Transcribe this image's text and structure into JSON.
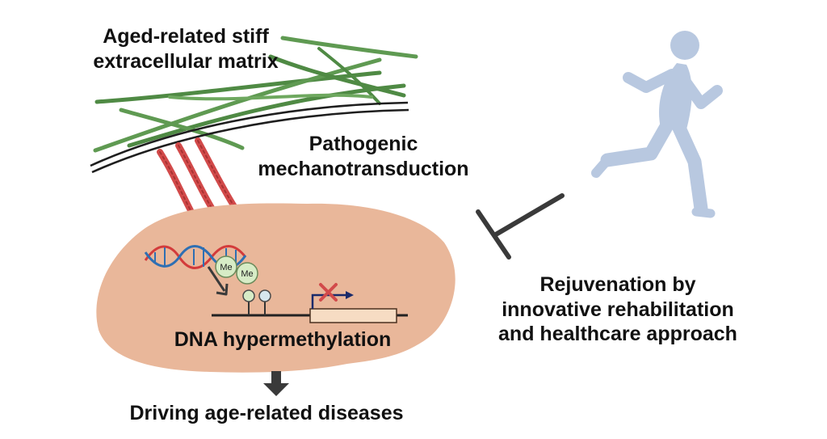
{
  "labels": {
    "ecm_line1": "Aged-related stiff",
    "ecm_line2": "extracellular matrix",
    "mech_line1": "Pathogenic",
    "mech_line2": "mechanotransduction",
    "dna_hypermethylation": "DNA hypermethylation",
    "diseases": "Driving age-related diseases",
    "rejuv_line1": "Rejuvenation by",
    "rejuv_line2": "innovative rehabilitation",
    "rejuv_line3": "and healthcare approach",
    "methyl_1": "Me",
    "methyl_2": "Me"
  },
  "colors": {
    "cell_fill": "#e9b79a",
    "fiber_green": "#5f9a52",
    "integrin_red": "#d24a4a",
    "runner": "#b8c8e0",
    "inhibition_bar": "#3a3a3a",
    "dna_red": "#d33b3b",
    "dna_blue": "#2e6fb3",
    "methyl_fill": "#d7ecc6",
    "gene_box": "#f6dcc3",
    "cross": "#d24a4a"
  },
  "icons": [
    "runner-silhouette-icon",
    "dna-helix-icon",
    "methyl-group-icon",
    "gene-block-icon",
    "down-arrow-icon",
    "inhibition-t-bar-icon"
  ]
}
